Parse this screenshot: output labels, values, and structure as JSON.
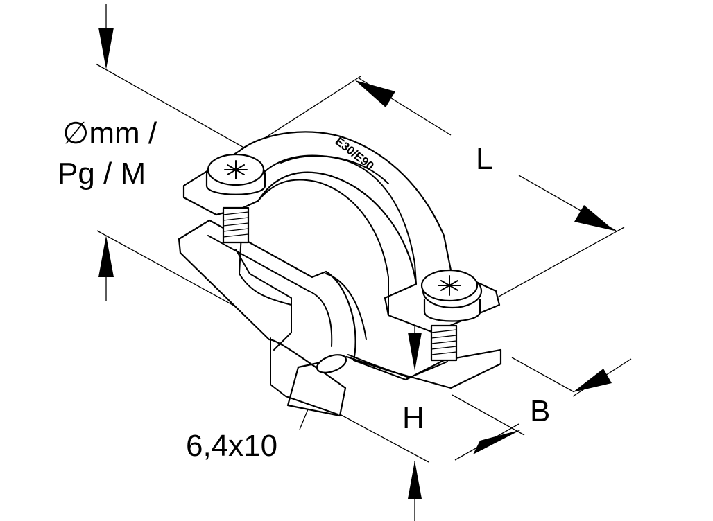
{
  "diagram": {
    "dimension_labels": {
      "diameter": "∅mm /",
      "thread": "Pg / M",
      "length": "L",
      "width": "B",
      "height": "H",
      "slot": "6,4x10"
    },
    "stamp": "E30/E90",
    "line_color": "#000000",
    "background": "#ffffff"
  }
}
